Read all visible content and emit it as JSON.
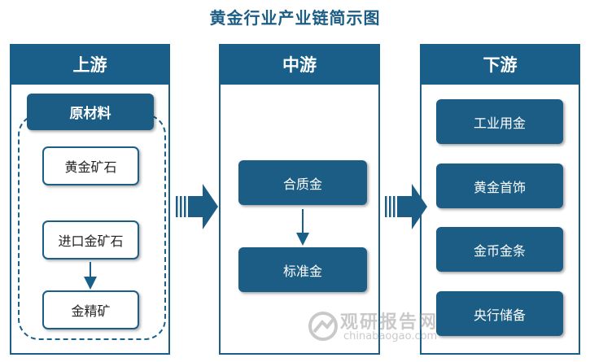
{
  "title": "黄金行业产业链简示图",
  "upstream": {
    "header": "上游",
    "raw_materials_label": "原材料",
    "items": [
      "黄金矿石",
      "进口金矿石",
      "金精矿"
    ]
  },
  "midstream": {
    "header": "中游",
    "items": [
      "合质金",
      "标准金"
    ]
  },
  "downstream": {
    "header": "下游",
    "items": [
      "工业用金",
      "黄金首饰",
      "金币金条",
      "央行储备"
    ]
  },
  "watermark": {
    "name": "观研报告网",
    "url": "chinabaogao.com"
  },
  "colors": {
    "primary": "#1a5f8a",
    "title": "#1c5d85"
  }
}
